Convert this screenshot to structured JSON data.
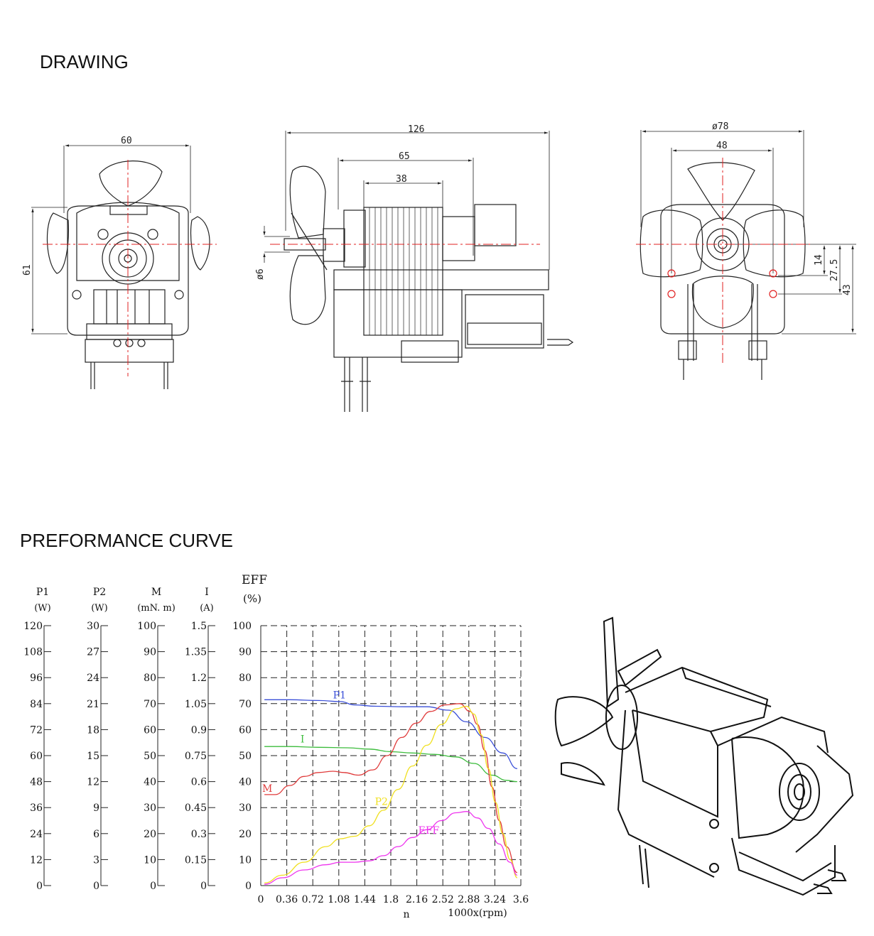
{
  "headings": {
    "drawing": "DRAWING",
    "performance": "PREFORMANCE CURVE"
  },
  "drawing": {
    "front": {
      "width": "60",
      "height": "61"
    },
    "side": {
      "overall": "126",
      "body": "65",
      "stack": "38",
      "shaft": "ø6"
    },
    "fan": {
      "diameter": "ø78",
      "hole_pitch": "48",
      "dim_a": "14",
      "dim_b": "27.5",
      "dim_c": "43"
    }
  },
  "colors": {
    "P1": "#3a4fd8",
    "P2": "#f0e020",
    "M": "#e03c3c",
    "I": "#3cbc3c",
    "EFF": "#ee33ee"
  },
  "chart_data": {
    "type": "line",
    "x": [
      0,
      0.36,
      0.72,
      1.08,
      1.44,
      1.8,
      2.16,
      2.52,
      2.88,
      3.24,
      3.6
    ],
    "x_tick_labels": [
      "0",
      "0.36",
      "0.72",
      "1.08",
      "1.44",
      "1.8",
      "2.16",
      "2.52",
      "2.88",
      "3.24",
      "3.6"
    ],
    "xlabel_n": "n",
    "xlabel_unit": "1000x(rpm)",
    "xlim": [
      0,
      3.6
    ],
    "ylim": [
      0,
      100
    ],
    "grid": true,
    "axes": [
      {
        "name": "P1",
        "unit": "(W)",
        "ticks": [
          "0",
          "12",
          "24",
          "36",
          "48",
          "60",
          "72",
          "84",
          "96",
          "108",
          "120"
        ]
      },
      {
        "name": "P2",
        "unit": "(W)",
        "ticks": [
          "0",
          "3",
          "6",
          "9",
          "12",
          "15",
          "18",
          "21",
          "24",
          "27",
          "30"
        ]
      },
      {
        "name": "M",
        "unit": "(mN. m)",
        "ticks": [
          "0",
          "10",
          "20",
          "30",
          "40",
          "50",
          "60",
          "70",
          "80",
          "90",
          "100"
        ]
      },
      {
        "name": "I",
        "unit": "(A)",
        "ticks": [
          "0",
          "0.15",
          "0.3",
          "0.45",
          "0.6",
          "0.75",
          "0.9",
          "1.05",
          "1.2",
          "1.35",
          "1.5"
        ]
      },
      {
        "name": "EFF",
        "unit": "(%)",
        "ticks": [
          "0",
          "10",
          "20",
          "30",
          "40",
          "50",
          "60",
          "70",
          "80",
          "90",
          "100"
        ]
      }
    ],
    "series": [
      {
        "name": "P1",
        "color": "#3a4fd8",
        "label_x": 1.0,
        "label_y": 72,
        "x": [
          0.05,
          0.4,
          0.8,
          1.1,
          1.3,
          1.6,
          2.0,
          2.3,
          2.6,
          2.85,
          3.1,
          3.35,
          3.55
        ],
        "y": [
          71.5,
          71.5,
          71.2,
          70.8,
          69.5,
          69.0,
          68.8,
          68.8,
          67.5,
          63.0,
          57.0,
          51.0,
          45.0
        ]
      },
      {
        "name": "I",
        "color": "#3cbc3c",
        "label_x": 0.55,
        "label_y": 55,
        "x": [
          0.05,
          0.4,
          0.8,
          1.2,
          1.5,
          1.8,
          2.1,
          2.4,
          2.7,
          2.95,
          3.2,
          3.4,
          3.55
        ],
        "y": [
          53.5,
          53.5,
          53.2,
          53.0,
          52.5,
          51.5,
          51.0,
          50.5,
          49.5,
          47.0,
          42.5,
          40.5,
          40.0
        ]
      },
      {
        "name": "M",
        "color": "#e03c3c",
        "label_x": 0.02,
        "label_y": 36,
        "x": [
          0.05,
          0.2,
          0.4,
          0.6,
          0.8,
          1.0,
          1.15,
          1.35,
          1.55,
          1.75,
          1.95,
          2.15,
          2.35,
          2.55,
          2.75,
          2.9,
          3.0,
          3.1,
          3.2,
          3.3,
          3.4,
          3.55
        ],
        "y": [
          35,
          35,
          38.5,
          42,
          43.5,
          44,
          43.5,
          42.5,
          44.5,
          50,
          57,
          62.5,
          67,
          69.5,
          70,
          67,
          62,
          52,
          38,
          25,
          15,
          5
        ]
      },
      {
        "name": "P2",
        "color": "#f0e020",
        "label_x": 1.58,
        "label_y": 31,
        "x": [
          0.05,
          0.3,
          0.6,
          0.9,
          1.1,
          1.3,
          1.5,
          1.7,
          1.9,
          2.1,
          2.3,
          2.5,
          2.7,
          2.85,
          2.95,
          3.05,
          3.15,
          3.25,
          3.35,
          3.45,
          3.55
        ],
        "y": [
          1,
          4,
          9,
          15,
          18,
          19,
          23,
          29,
          37,
          46,
          54,
          62,
          68,
          69,
          66,
          58,
          45,
          32,
          20,
          10,
          3
        ]
      },
      {
        "name": "EFF",
        "color": "#ee33ee",
        "label_x": 2.18,
        "label_y": 20,
        "x": [
          0.05,
          0.3,
          0.6,
          0.9,
          1.1,
          1.3,
          1.5,
          1.7,
          1.9,
          2.1,
          2.3,
          2.5,
          2.7,
          2.85,
          3.0,
          3.15,
          3.3,
          3.45,
          3.55
        ],
        "y": [
          0.5,
          3,
          6,
          8,
          9,
          9,
          9.5,
          11.5,
          15,
          18.5,
          21.5,
          25,
          28,
          28.5,
          26,
          22,
          16,
          9,
          4
        ]
      }
    ]
  }
}
